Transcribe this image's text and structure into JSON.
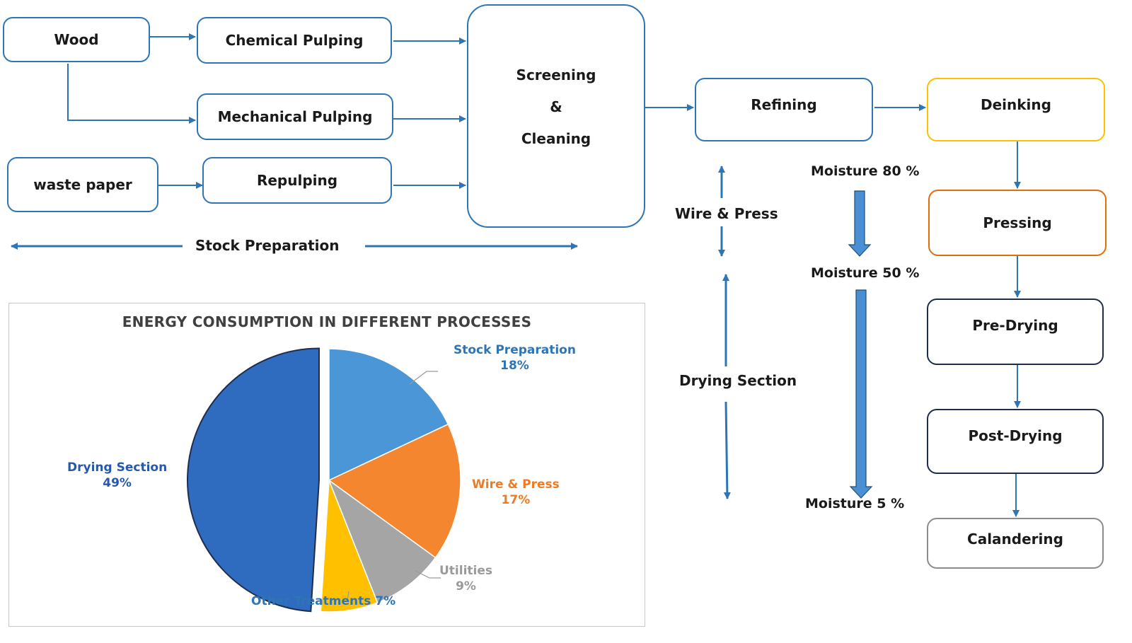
{
  "flow": {
    "wood": "Wood",
    "chemical_pulping": "Chemical Pulping",
    "mechanical_pulping": "Mechanical Pulping",
    "waste_paper": "waste paper",
    "repulping": "Repulping",
    "screening_1": "Screening",
    "screening_2": "&",
    "screening_3": "Cleaning",
    "refining": "Refining",
    "deinking": "Deinking",
    "pressing": "Pressing",
    "pre_drying": "Pre-Drying",
    "post_drying": "Post-Drying",
    "calandering": "Calandering",
    "stock_preparation": "Stock Preparation",
    "wire_press": "Wire & Press",
    "drying_section": "Drying Section",
    "moisture_80": "Moisture 80 %",
    "moisture_50": "Moisture 50 %",
    "moisture_5": "Moisture 5 %"
  },
  "colors": {
    "blue_border": "#2e75b6",
    "deinking_border": "#ffc000",
    "pressing_border": "#e46c0a",
    "dark_border": "#1f2d4d",
    "gray_border": "#8c8c8c",
    "moisture_arrow": "#2e75b6"
  },
  "chart_data": {
    "type": "pie",
    "title": "ENERGY CONSUMPTION IN DIFFERENT PROCESSES",
    "slices": [
      {
        "name": "Stock Preparation",
        "value": 18,
        "pct_label": "18%",
        "color": "#4a96d6"
      },
      {
        "name": "Wire & Press",
        "value": 17,
        "pct_label": "17%",
        "color": "#f58630"
      },
      {
        "name": "Utilities",
        "value": 9,
        "pct_label": "9%",
        "color": "#a5a5a5"
      },
      {
        "name": "Other Treatments",
        "value": 7,
        "pct_label": "7%",
        "color": "#ffc000"
      },
      {
        "name": "Drying Section",
        "value": 49,
        "pct_label": "49%",
        "color": "#2f6cc0"
      }
    ],
    "label_colors": {
      "stock": "#2e75b6",
      "wire": "#f07a22",
      "utilities": "#9a9a9a",
      "other": "#2e75b6",
      "drying": "#2659aa"
    }
  }
}
